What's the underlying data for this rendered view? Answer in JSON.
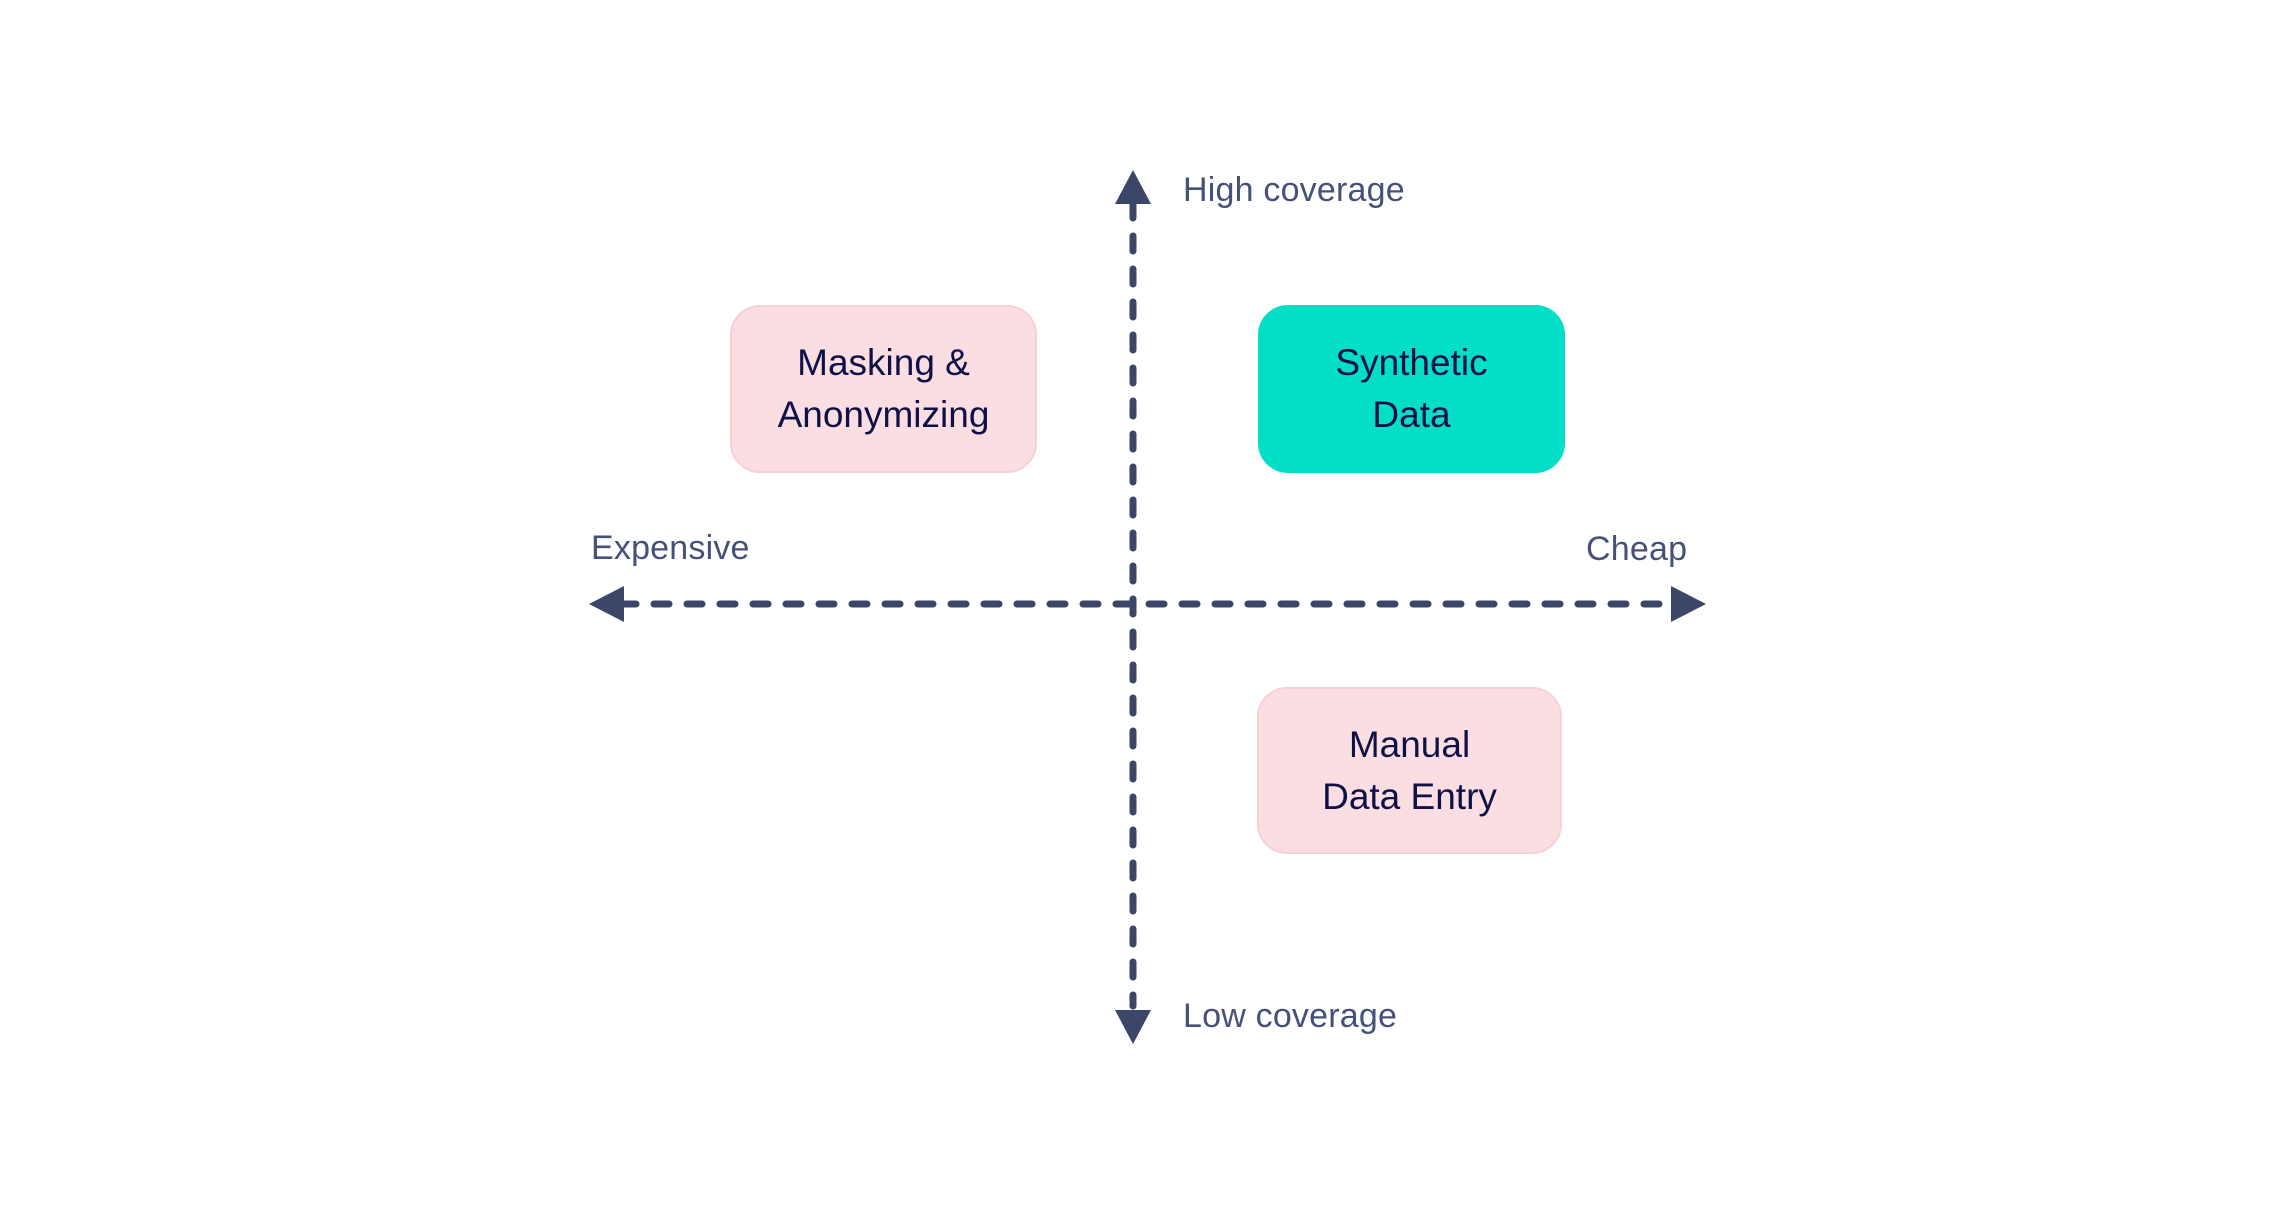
{
  "diagram": {
    "type": "quadrant",
    "axes": {
      "y_top_label": "High coverage",
      "y_bottom_label": "Low coverage",
      "x_left_label": "Expensive",
      "x_right_label": "Cheap"
    },
    "boxes": [
      {
        "id": "masking",
        "line1": "Masking &",
        "line2": "Anonymizing",
        "variant": "pink",
        "quadrant": "top-left"
      },
      {
        "id": "synthetic",
        "line1": "Synthetic",
        "line2": "Data",
        "variant": "teal",
        "quadrant": "top-right"
      },
      {
        "id": "manual",
        "line1": "Manual",
        "line2": "Data Entry",
        "variant": "pink",
        "quadrant": "bottom-right"
      }
    ],
    "colors": {
      "axis": "#3b4669",
      "label_text": "#46517a",
      "box_text": "#0e1148",
      "pink": "#fbdee2",
      "pink_border": "#f7cfd7",
      "teal": "#02dfc6",
      "background": "#ffffff"
    }
  }
}
